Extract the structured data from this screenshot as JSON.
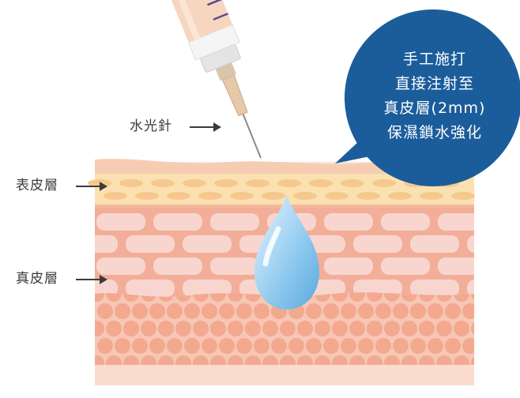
{
  "labels": {
    "needle": "水光針",
    "epidermis": "表皮層",
    "dermis": "真皮層"
  },
  "bubble": {
    "lines": [
      "手工施打",
      "直接注射至",
      "真皮層(2mm)",
      "保濕鎖水強化"
    ]
  },
  "colors": {
    "bubble": "#1b5d9b",
    "epidermis": "#fbe0b0",
    "dermis": "#f2b29c",
    "subcutis": "#fbe1d4",
    "droplet": "#7fc1ea",
    "syringe": "#f6d7c3"
  },
  "icons": [
    "syringe-icon",
    "water-drop-icon",
    "arrow-right-icon"
  ]
}
